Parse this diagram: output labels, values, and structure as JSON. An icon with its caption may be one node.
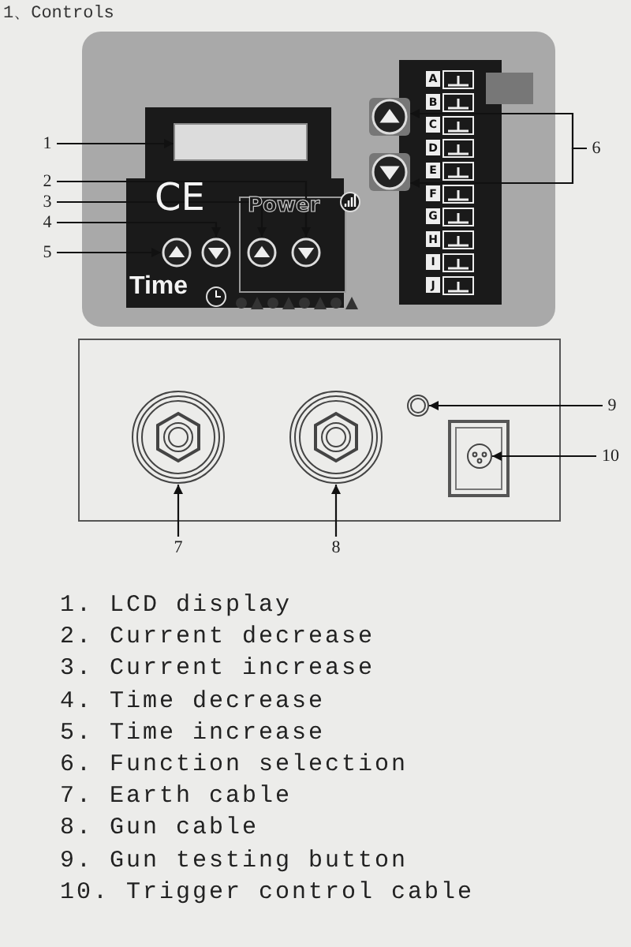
{
  "diagram": {
    "title": "1、Controls",
    "nodes": [
      {
        "text": [
          "1"
        ]
      },
      {
        "text": [],
        "shape": "box"
      },
      {
        "text": [
          "2"
        ]
      },
      {
        "text": [
          "3"
        ]
      },
      {
        "text": [
          "4"
        ]
      },
      {
        "text": [
          "5"
        ]
      },
      {
        "text": [],
        "shape": "circle"
      },
      {
        "text": [],
        "shape": "circle"
      },
      {
        "text": [],
        "shape": "circle"
      },
      {
        "text": [],
        "shape": "circle"
      },
      {
        "text": [
          "6"
        ]
      },
      {
        "text": [],
        "shape": "box"
      },
      {
        "text": [],
        "shape": "box"
      },
      {
        "text": [
          "7"
        ]
      },
      {
        "text": [],
        "shape": "circle"
      },
      {
        "text": [
          "8"
        ]
      },
      {
        "text": [],
        "shape": "circle"
      },
      {
        "text": [
          "9"
        ]
      },
      {
        "text": [],
        "shape": "circle"
      },
      {
        "text": [
          "10"
        ]
      },
      {
        "text": [],
        "shape": "circle"
      }
    ],
    "edges": [
      {
        "from": 0,
        "to": 1,
        "arrow": "to"
      },
      {
        "from": 2,
        "to": 9,
        "arrow": "to"
      },
      {
        "from": 3,
        "to": 8,
        "arrow": "to"
      },
      {
        "from": 4,
        "to": 7,
        "arrow": "to"
      },
      {
        "from": 5,
        "to": 6,
        "arrow": "to"
      },
      {
        "from": 10,
        "to": 11,
        "arrow": "to"
      },
      {
        "from": 10,
        "to": 12,
        "arrow": "to"
      },
      {
        "from": 13,
        "to": 14,
        "arrow": "to"
      },
      {
        "from": 15,
        "to": 16,
        "arrow": "to"
      },
      {
        "from": 17,
        "to": 18,
        "arrow": "to"
      },
      {
        "from": 19,
        "to": 20,
        "arrow": "to"
      }
    ],
    "labels": [
      "CE",
      "Power",
      "Time",
      "A",
      "B",
      "C",
      "D",
      "E",
      "F",
      "G",
      "H",
      "I",
      "J",
      "1. LCD display",
      "2. Current decrease",
      "3. Current increase",
      "4. Time decrease",
      "5. Time increase",
      "6. Function selection",
      "7. Earth cable",
      "8. Gun cable",
      "9. Gun testing button",
      "10. Trigger control cable"
    ]
  }
}
